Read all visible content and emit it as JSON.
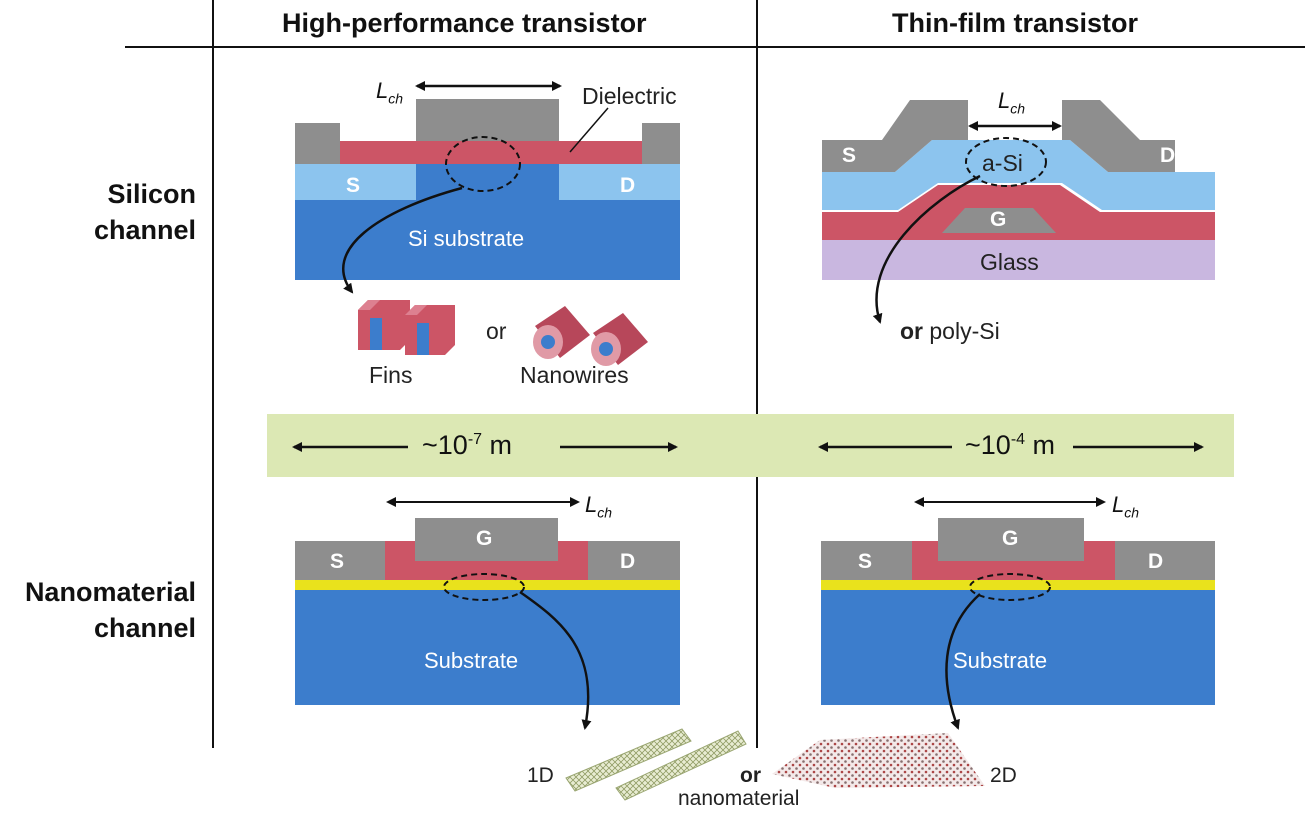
{
  "headers": {
    "left": "High-performance transistor",
    "right": "Thin-film transistor"
  },
  "rows": {
    "silicon_line1": "Silicon",
    "silicon_line2": "channel",
    "nano_line1": "Nanomaterial",
    "nano_line2": "channel"
  },
  "hp_silicon": {
    "lch": "L",
    "lch_sub": "ch",
    "dielectric": "Dielectric",
    "source": "S",
    "drain": "D",
    "substrate": "Si substrate",
    "fins": "Fins",
    "or": "or",
    "nanowires": "Nanowires"
  },
  "tft_silicon": {
    "lch": "L",
    "lch_sub": "ch",
    "source": "S",
    "drain": "D",
    "channel": "a-Si",
    "gate": "G",
    "glass": "Glass",
    "or": "or",
    "alt": " poly-Si"
  },
  "scale": {
    "left_base": "~10",
    "left_exp": "-7",
    "left_unit": " m",
    "right_base": "~10",
    "right_exp": "-4",
    "right_unit": " m"
  },
  "hp_nano": {
    "lch": "L",
    "lch_sub": "ch",
    "gate": "G",
    "source": "S",
    "drain": "D",
    "substrate": "Substrate"
  },
  "tft_nano": {
    "lch": "L",
    "lch_sub": "ch",
    "gate": "G",
    "source": "S",
    "drain": "D",
    "substrate": "Substrate"
  },
  "nanomaterial": {
    "one_d": "1D",
    "or": "or",
    "caption": "nanomaterial",
    "two_d": "2D"
  },
  "colors": {
    "gray": "#8e8e8e",
    "dielectric": "#cc5566",
    "substrate": "#3c7dcc",
    "sd_light": "#8cc4ee",
    "glass": "#c9b7e0",
    "yellow": "#e9e21c",
    "scale_band": "#dce8b4"
  }
}
